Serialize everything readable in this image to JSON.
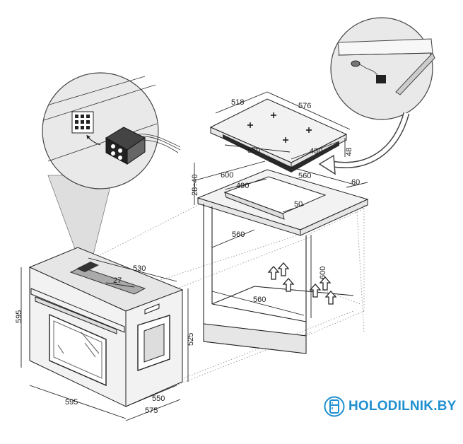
{
  "brand": {
    "text": "HOLODILNIK.BY",
    "color": "#1e8fd0"
  },
  "dimensions": {
    "hob_width": "576",
    "hob_depth": "518",
    "hob_cut_width": "550",
    "hob_cut_depth": "480",
    "hob_height": "48",
    "worktop_cut_depth": "600",
    "worktop_cut_width": "560",
    "worktop_thickness": "28÷40",
    "worktop_inner": "490",
    "worktop_edge": "50",
    "worktop_rear": "60",
    "cabinet_width_top": "560",
    "cabinet_width_bottom": "560",
    "cabinet_height": "600",
    "oven_depth": "530",
    "oven_front_step": "27",
    "oven_height_front": "595",
    "oven_height_body": "525",
    "oven_width": "595",
    "oven_body_depth": "550",
    "oven_total_depth": "575"
  }
}
